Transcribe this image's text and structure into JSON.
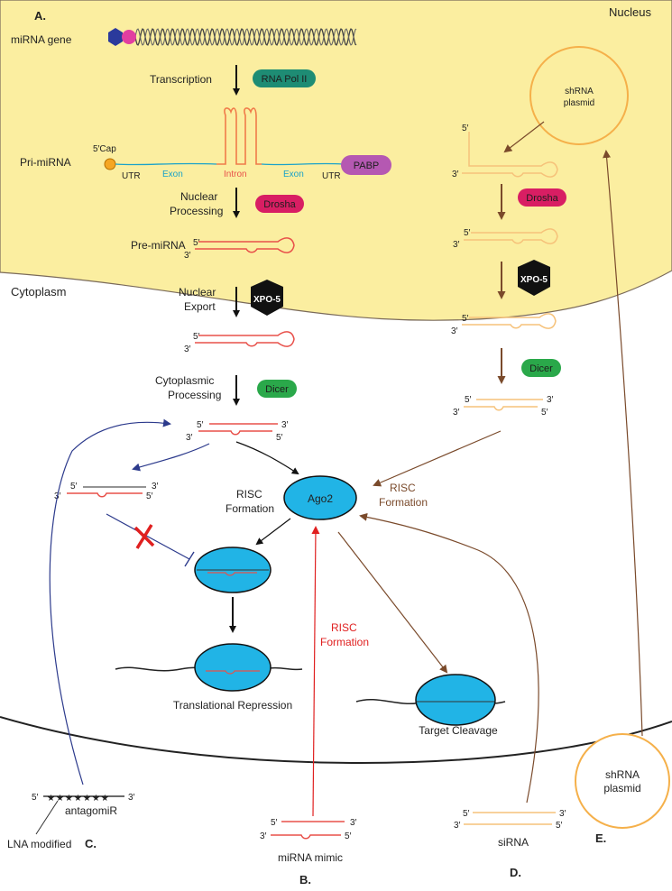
{
  "panel_labels": {
    "a": "A.",
    "b": "B.",
    "c": "C.",
    "d": "D.",
    "e": "E."
  },
  "regions": {
    "nucleus": "Nucleus",
    "cytoplasm": "Cytoplasm"
  },
  "steps": {
    "mirna_gene": "miRNA gene",
    "transcription": "Transcription",
    "pri_mirna": "Pri-miRNA",
    "nuclear_processing_1": "Nuclear",
    "nuclear_processing_2": "Processing",
    "pre_mirna": "Pre-miRNA",
    "nuclear_export_1": "Nuclear",
    "nuclear_export_2": "Export",
    "cyto_processing_1": "Cytoplasmic",
    "cyto_processing_2": "Processing",
    "risc_formation_1": "RISC",
    "risc_formation_2": "Formation"
  },
  "pri_labels": {
    "cap": "5′Cap",
    "utr_left": "UTR",
    "exon_left": "Exon",
    "intron": "Intron",
    "exon_right": "Exon",
    "utr_right": "UTR"
  },
  "enzymes": {
    "rna_pol": "RNA Pol II",
    "pabp": "PABP",
    "drosha": "Drosha",
    "xpo5": "XPO-5",
    "dicer": "Dicer",
    "ago2": "Ago2"
  },
  "ends": {
    "five": "5′",
    "three": "3′"
  },
  "outcomes": {
    "translational_repression": "Translational Repression",
    "target_cleavage": "Target Cleavage"
  },
  "tools": {
    "antagomir": "antagomiR",
    "lna_modified": "LNA modified",
    "mirna_mimic": "miRNA mimic",
    "sirna": "siRNA",
    "shrna_1": "shRNA",
    "shrna_2": "plasmid"
  },
  "colors": {
    "nucleus_fill": "#fbeea0",
    "teal": "#1e8c74",
    "purple": "#b558b2",
    "magenta": "#d81e63",
    "green": "#2aa84a",
    "cyan": "#21b4e6",
    "orange": "#f5a623",
    "pink_rna": "#e8504a",
    "light_orange": "#f6c27a",
    "brown": "#7a4a2b",
    "navy": "#2c3a8c",
    "red": "#e02020"
  }
}
